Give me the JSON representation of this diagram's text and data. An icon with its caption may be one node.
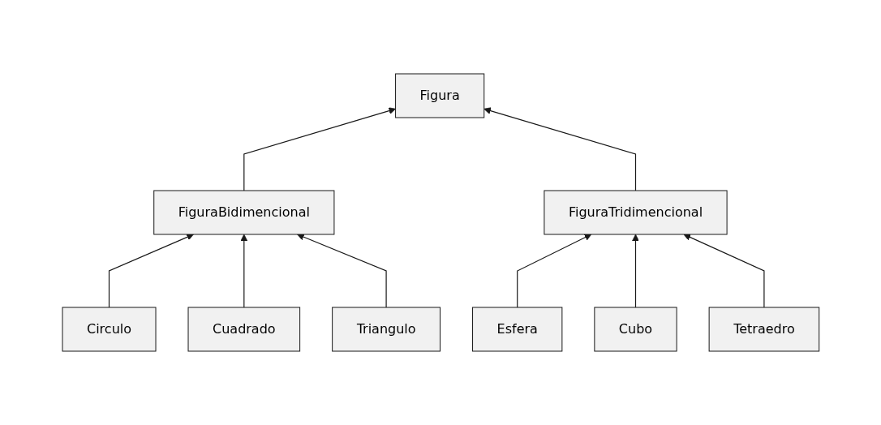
{
  "diagram": {
    "nodes": [
      {
        "text": [
          "Figura"
        ]
      },
      {
        "text": [
          "FiguraBidimencional"
        ]
      },
      {
        "text": [
          "FiguraTridimencional"
        ]
      },
      {
        "text": [
          "Circulo"
        ]
      },
      {
        "text": [
          "Cuadrado"
        ]
      },
      {
        "text": [
          "Triangulo"
        ]
      },
      {
        "text": [
          "Esfera"
        ]
      },
      {
        "text": [
          "Cubo"
        ]
      },
      {
        "text": [
          "Tetraedro"
        ]
      }
    ],
    "edges": [
      {
        "from": 1,
        "to": 0,
        "arrow": "to"
      },
      {
        "from": 2,
        "to": 0,
        "arrow": "to"
      },
      {
        "from": 3,
        "to": 1,
        "arrow": "to"
      },
      {
        "from": 4,
        "to": 1,
        "arrow": "to"
      },
      {
        "from": 5,
        "to": 1,
        "arrow": "to"
      },
      {
        "from": 6,
        "to": 2,
        "arrow": "to"
      },
      {
        "from": 7,
        "to": 2,
        "arrow": "to"
      },
      {
        "from": 8,
        "to": 2,
        "arrow": "to"
      }
    ]
  }
}
